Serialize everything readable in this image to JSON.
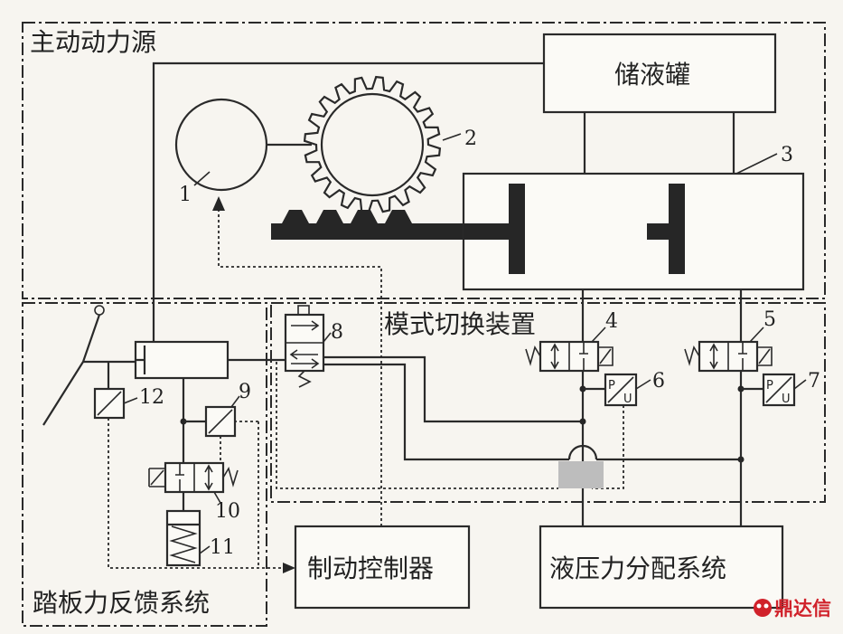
{
  "regions": {
    "active_power_source": "主动动力源",
    "mode_switch": "模式切换装置",
    "pedal_feedback": "踏板力反馈系统"
  },
  "components": {
    "reservoir": "储液罐",
    "brake_controller": "制动控制器",
    "hydraulic_distribution": "液压力分配系统"
  },
  "callouts": [
    "1",
    "2",
    "3",
    "4",
    "5",
    "6",
    "7",
    "8",
    "9",
    "10",
    "11",
    "12"
  ],
  "sensor_labels": {
    "p": "P",
    "u": "U"
  },
  "watermark": {
    "text": "鼎达信",
    "color": "#d0212a"
  }
}
